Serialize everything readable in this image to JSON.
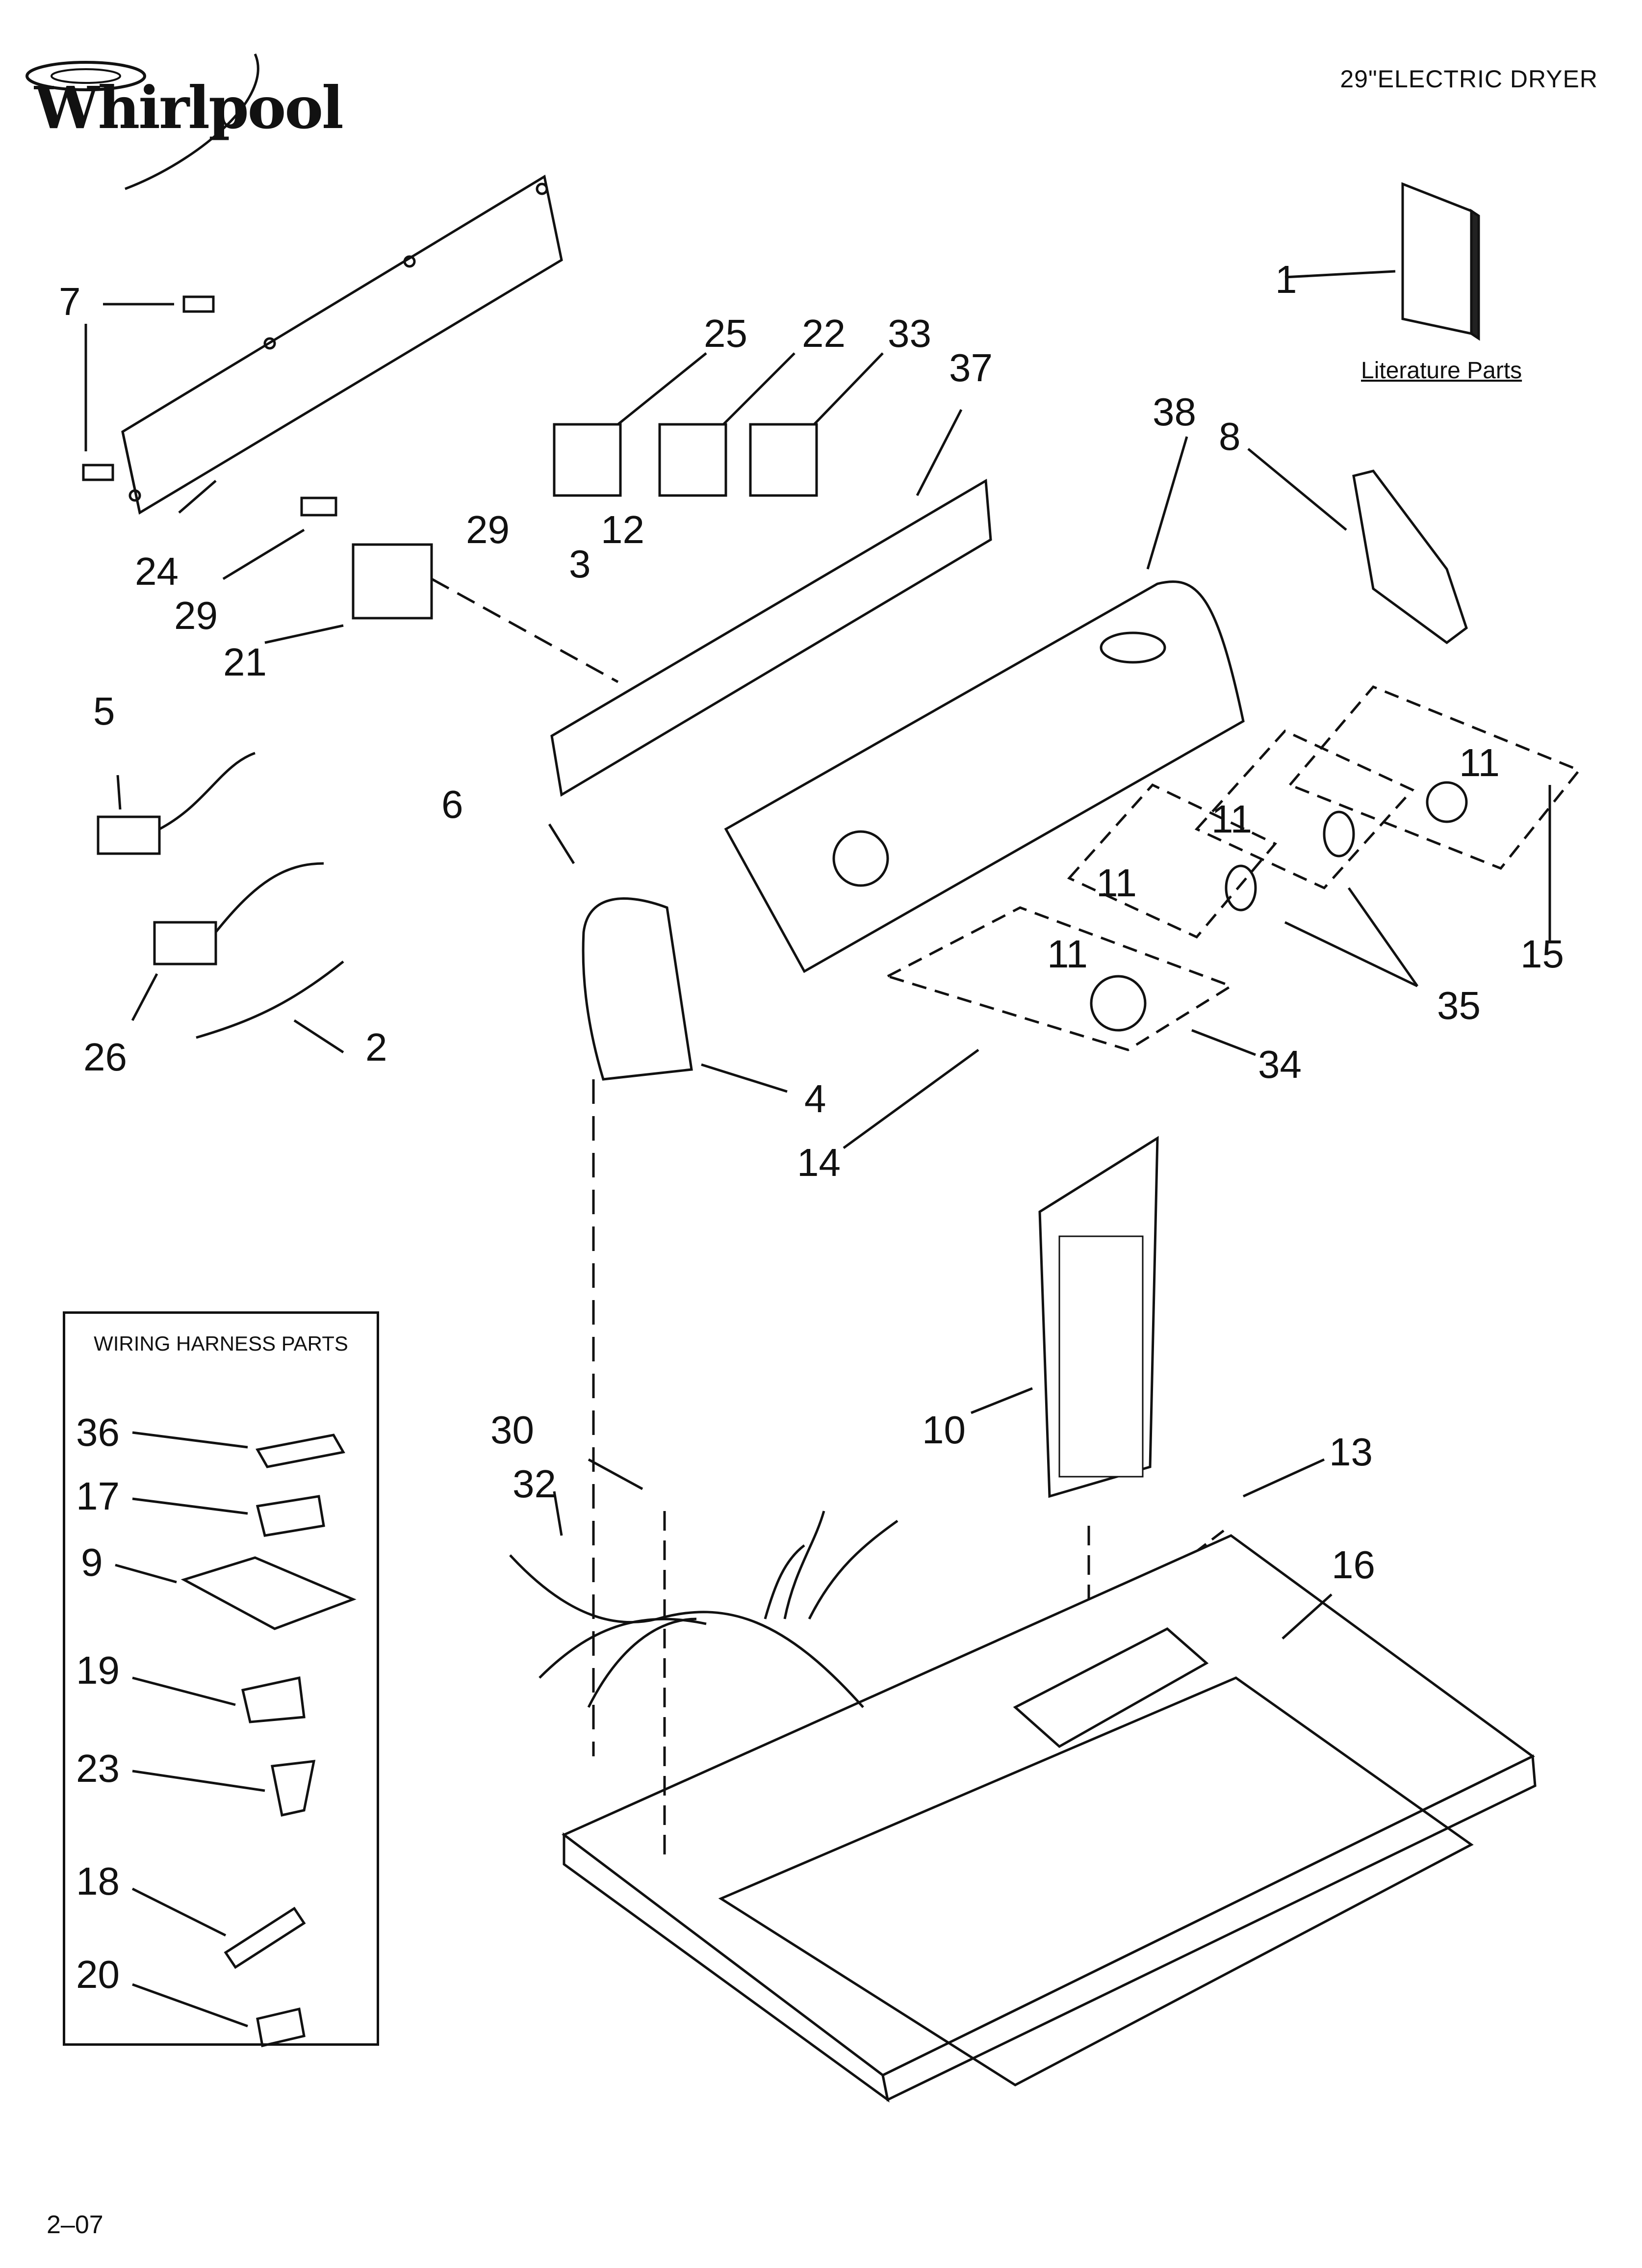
{
  "header": {
    "brand": "Whirlpool",
    "title": "29\"ELECTRIC DRYER"
  },
  "footer": {
    "code": "2–07"
  },
  "literature_label": "Literature Parts",
  "harness_box": {
    "title": "WIRING HARNESS PARTS",
    "callouts": [
      "36",
      "17",
      "9",
      "19",
      "23",
      "18",
      "20"
    ]
  },
  "callouts": {
    "c1": "1",
    "c7a": "7",
    "c24": "24",
    "c29a": "29",
    "c29b": "29",
    "c21": "21",
    "c25": "25",
    "c22": "22",
    "c33": "33",
    "c37": "37",
    "c38": "38",
    "c8": "8",
    "c12": "12",
    "c3": "3",
    "c5": "5",
    "c6": "6",
    "c26": "26",
    "c2": "2",
    "c4": "4",
    "c14": "14",
    "c34": "34",
    "c35": "35",
    "c15": "15",
    "c11a": "11",
    "c11b": "11",
    "c11c": "11",
    "c11d": "11",
    "c10": "10",
    "c13": "13",
    "c16": "16",
    "c30": "30",
    "c32": "32"
  },
  "icons": [
    "whirlpool-logo-icon",
    "literature-book-icon",
    "dryer-top-icon",
    "lint-filter-icon",
    "console-icon",
    "wiring-harness-icon"
  ]
}
